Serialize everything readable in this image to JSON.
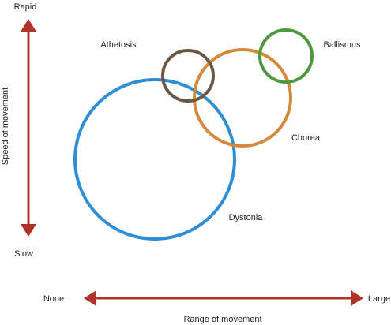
{
  "axes": {
    "y": {
      "title": "Speed of movement",
      "top_label": "Rapid",
      "bottom_label": "Slow"
    },
    "x": {
      "title": "Range of movement",
      "left_label": "None",
      "right_label": "Large"
    },
    "arrow_color": "#b0332a"
  },
  "disorders": [
    {
      "id": "athetosis",
      "label": "Athetosis",
      "color": "#6b5744"
    },
    {
      "id": "ballismus",
      "label": "Ballismus",
      "color": "#4d9a3c"
    },
    {
      "id": "chorea",
      "label": "Chorea",
      "color": "#d48a3a"
    },
    {
      "id": "dystonia",
      "label": "Dystonia",
      "color": "#2f8fd6"
    }
  ]
}
